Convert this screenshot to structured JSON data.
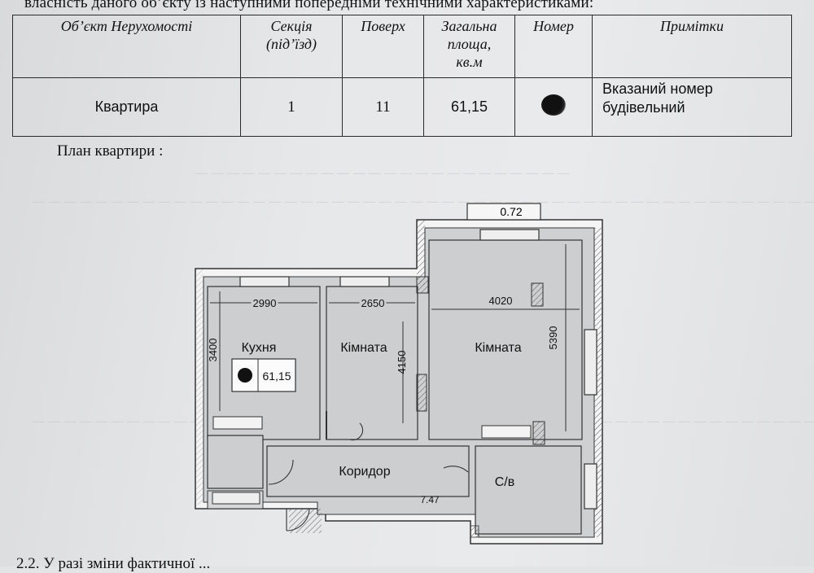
{
  "header_text": "власність даного об’єкту із наступними попередніми технічними  характеристиками:",
  "table": {
    "headers": [
      "Об’єкт Нерухомості",
      "Секція\n(під’їзд)",
      "Поверх",
      "Загальна\nплоща,\nкв.м",
      "Номер",
      "Примітки"
    ],
    "row": {
      "object": "Квартира",
      "section": "1",
      "floor": "11",
      "area": "61,15",
      "number": "",
      "note": "Вказаний номер\nбудівельний"
    }
  },
  "plan_label": "План квартири :",
  "floorplan": {
    "balcony_dim": "0.72",
    "dim_kitchen_width": "2990",
    "dim_room1_width": "2650",
    "dim_room2_width": "4020",
    "dim_kitchen_depth": "3400",
    "dim_room1_depth": "4150",
    "dim_room2_depth": "5390",
    "room_kitchen": "Кухня",
    "room_room1": "Кімната",
    "room_room2": "Кімната",
    "room_corridor": "Коридор",
    "room_bathroom": "С/в",
    "badge_area": "61,15",
    "corridor_area": "7.47"
  },
  "bottom_text": "2.2. У разі зміни фактичної ... "
}
